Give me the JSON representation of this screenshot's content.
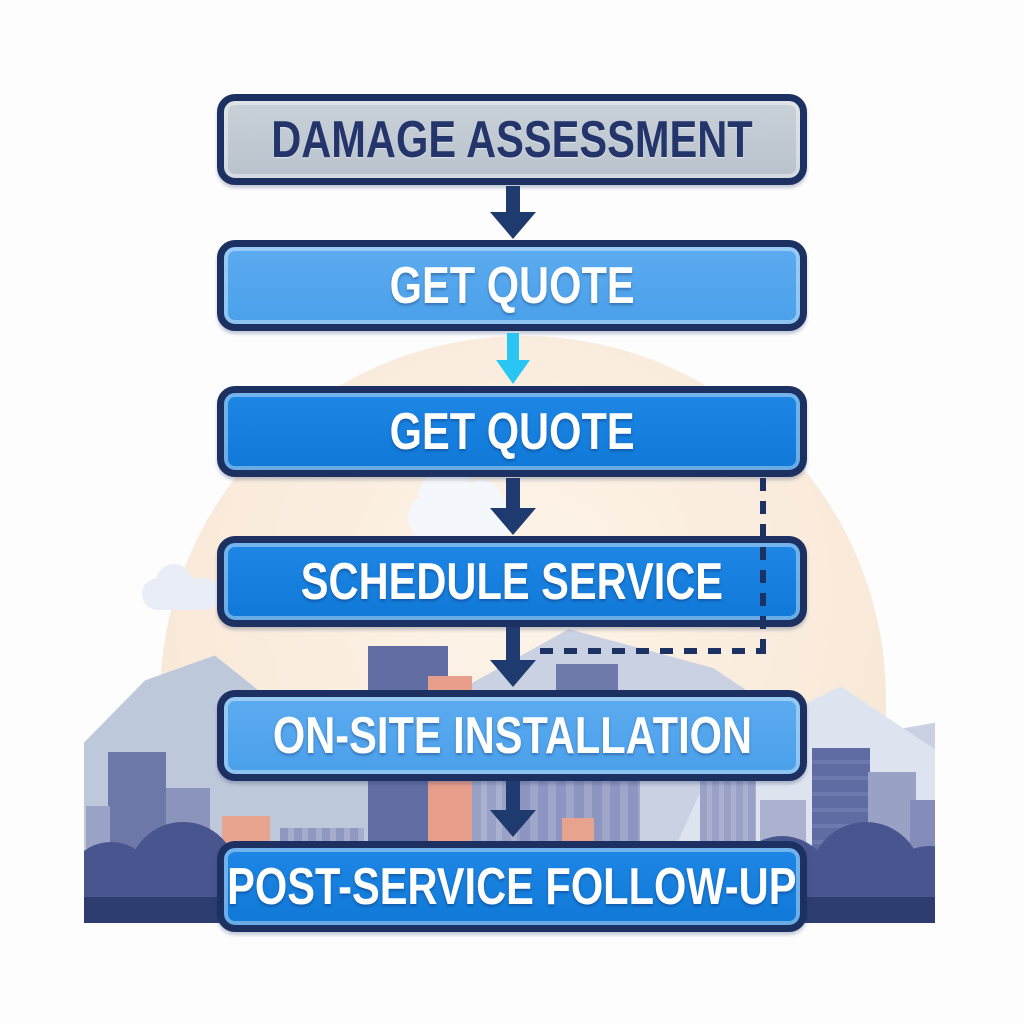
{
  "diagram": {
    "type": "flowchart",
    "steps": [
      {
        "label": "DAMAGE ASSESSMENT",
        "style": "gray"
      },
      {
        "label": "GET QUOTE",
        "style": "light-blue"
      },
      {
        "label": "GET QUOTE",
        "style": "blue"
      },
      {
        "label": "SCHEDULE SERVICE",
        "style": "blue"
      },
      {
        "label": "ON-SITE INSTALLATION",
        "style": "light-blue"
      },
      {
        "label": "POST-SERVICE FOLLOW-UP",
        "style": "blue"
      }
    ],
    "connectors": [
      {
        "from": "DAMAGE ASSESSMENT",
        "to": "GET QUOTE",
        "type": "solid-arrow-down",
        "color": "#1e3a6e"
      },
      {
        "from": "GET QUOTE",
        "to": "GET QUOTE",
        "type": "solid-arrow-down",
        "color": "#29c6f4"
      },
      {
        "from": "GET QUOTE",
        "to": "SCHEDULE SERVICE",
        "type": "solid-arrow-down",
        "color": "#1e3a6e"
      },
      {
        "from": "SCHEDULE SERVICE",
        "to": "ON-SITE INSTALLATION",
        "type": "solid-arrow-down",
        "color": "#1e3a6e"
      },
      {
        "from": "GET QUOTE",
        "to": "ON-SITE INSTALLATION",
        "type": "dashed-elbow",
        "color": "#1c3262"
      },
      {
        "from": "ON-SITE INSTALLATION",
        "to": "POST-SERVICE FOLLOW-UP",
        "type": "solid-arrow-down",
        "color": "#1e3a6e"
      }
    ]
  },
  "scene": {
    "description": "city-skyline-illustration",
    "elements": [
      "sun-circle",
      "clouds",
      "mountains",
      "buildings",
      "bushes",
      "ground-strip"
    ]
  },
  "palette": {
    "page_background": "#fdfdfe",
    "box_border_navy": "#1c3161",
    "box_gray_fill": "#c1cad2",
    "box_light_blue_fill": "#52a6ee",
    "box_blue_fill": "#1680dd",
    "box_text_white": "#ffffff",
    "box_text_navy": "#23356b",
    "arrow_navy": "#1e3a6e",
    "arrow_cyan": "#29c6f4",
    "sun_cream": "#faecdd",
    "mountain_blue_gray": "#c9d1e2",
    "building_purple": "#6d78a8",
    "building_salmon": "#e79e8b",
    "bush_navy": "#49558f",
    "ground_navy": "#2d3d6f"
  }
}
